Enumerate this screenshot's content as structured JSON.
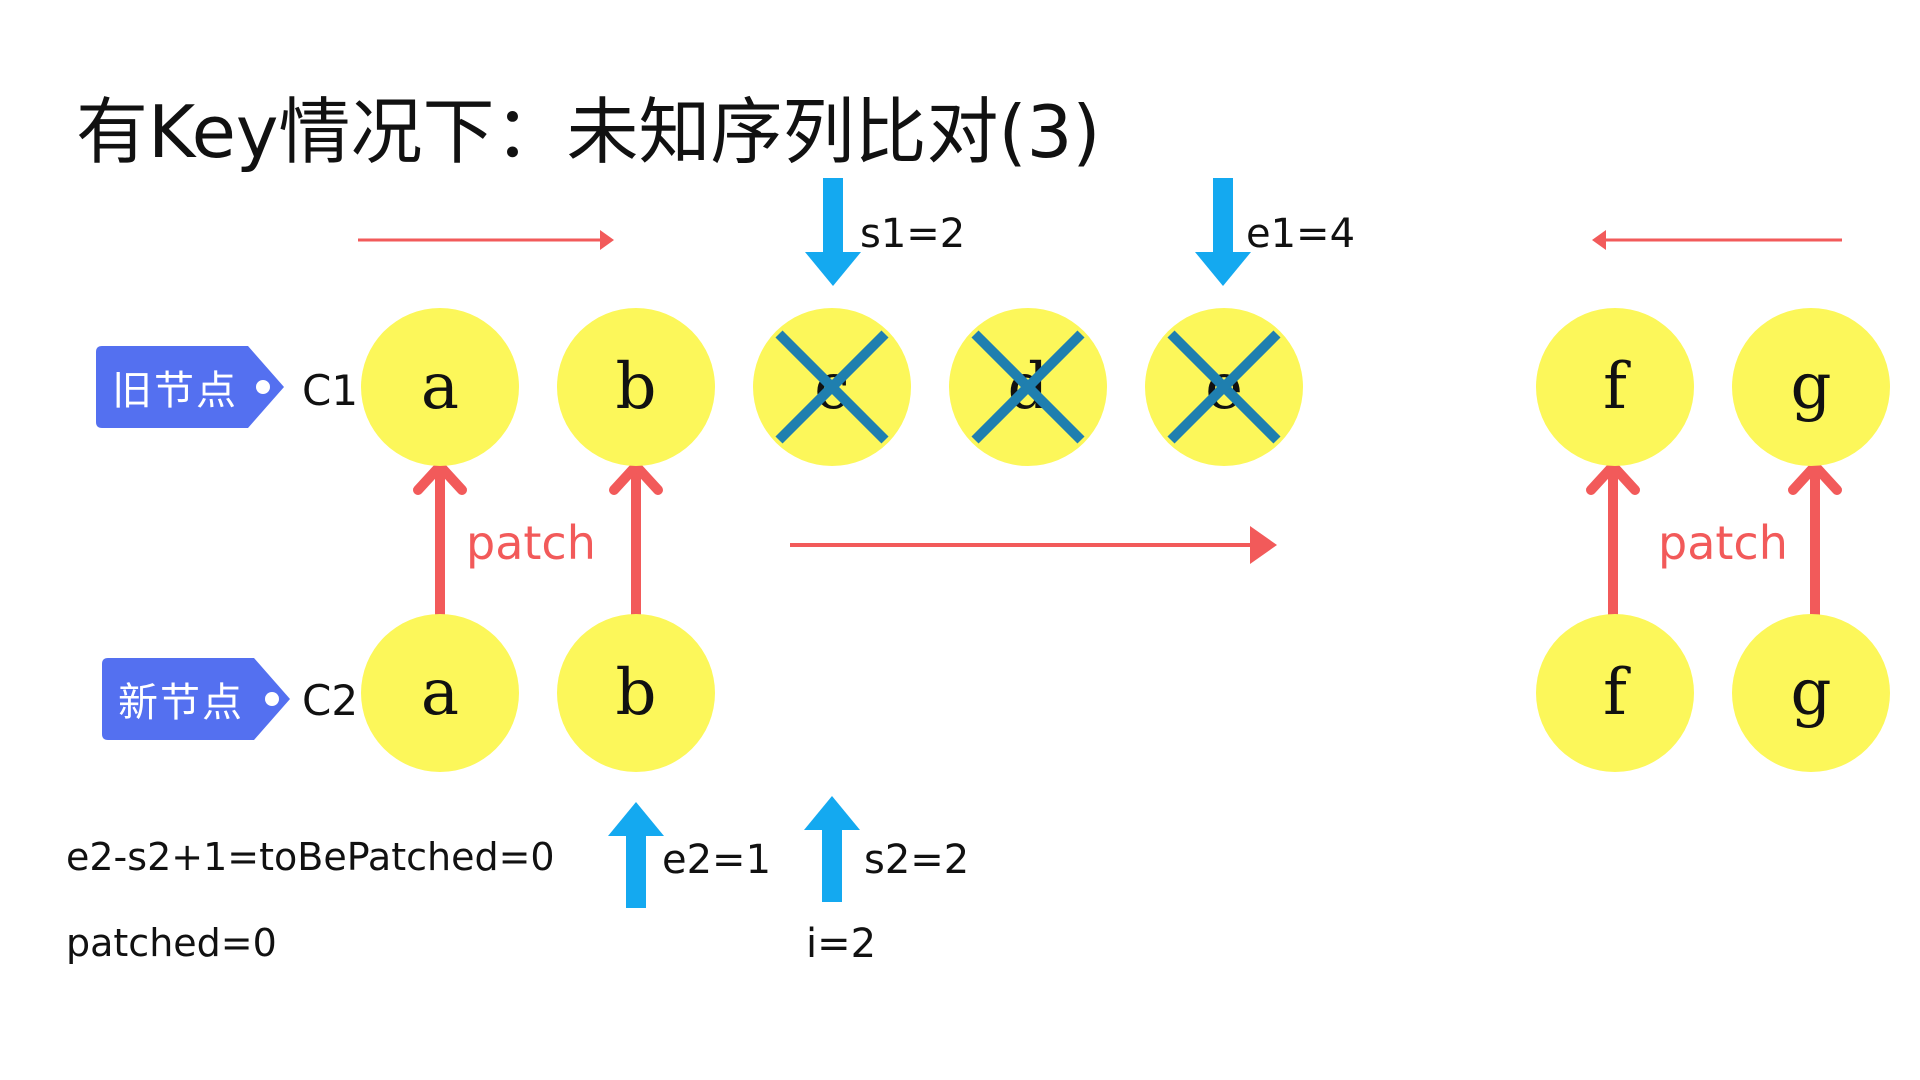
{
  "title": "有Key情况下：未知序列比对(3)",
  "colors": {
    "node_fill": "#FCF75A",
    "pointer_arrow": "#14A9F0",
    "patch_arrow": "#F25A5A",
    "tag_fill": "#5470F0",
    "cross": "#1F7FAF"
  },
  "old_row": {
    "tag": "旧节点",
    "label": "C1",
    "nodes": [
      {
        "key": "a",
        "crossed": false
      },
      {
        "key": "b",
        "crossed": false
      },
      {
        "key": "c",
        "crossed": true
      },
      {
        "key": "d",
        "crossed": true
      },
      {
        "key": "e",
        "crossed": true
      },
      {
        "key": "f",
        "crossed": false
      },
      {
        "key": "g",
        "crossed": false
      }
    ]
  },
  "new_row": {
    "tag": "新节点",
    "label": "C2",
    "nodes": [
      {
        "key": "a"
      },
      {
        "key": "b"
      },
      {
        "key": "f"
      },
      {
        "key": "g"
      }
    ]
  },
  "pointers": {
    "s1": "s1=2",
    "e1": "e1=4",
    "e2": "e2=1",
    "s2": "s2=2",
    "i": "i=2"
  },
  "patch_labels": {
    "left": "patch",
    "right": "patch"
  },
  "info": {
    "to_be_patched": "e2-s2+1=toBePatched=0",
    "patched": "patched=0"
  }
}
